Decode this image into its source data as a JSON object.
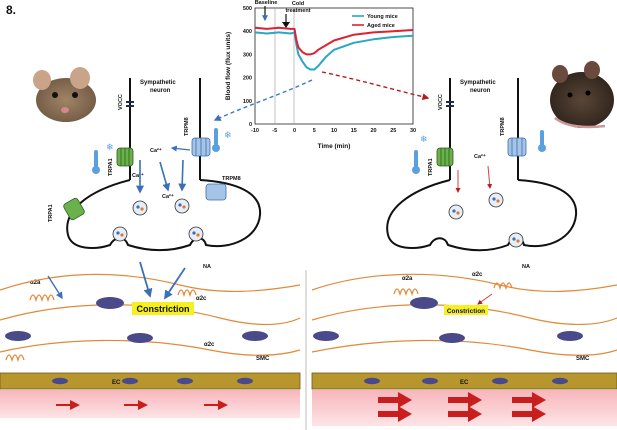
{
  "figure": {
    "panel_label": "8."
  },
  "chart": {
    "ylabel": "Blood flow (flux units)",
    "xlabel": "Time (min)",
    "yticks": [
      "0",
      "100",
      "200",
      "300",
      "400",
      "500"
    ],
    "xticks": [
      "-10",
      "-5",
      "0",
      "5",
      "10",
      "15",
      "20",
      "25",
      "30"
    ],
    "annotations": {
      "baseline": "Baseline",
      "cold_line1": "Cold",
      "cold_line2": "treatment"
    },
    "legend": {
      "young": "Young mice",
      "aged": "Aged mice"
    },
    "colors": {
      "young": "#2aa7c4",
      "aged": "#e02030"
    }
  },
  "chart_data": {
    "type": "line",
    "xlabel": "Time (min)",
    "ylabel": "Blood flow (flux units)",
    "xlim": [
      -10,
      30
    ],
    "ylim": [
      0,
      500
    ],
    "series": [
      {
        "name": "Young mice",
        "x": [
          -10,
          -7,
          -4,
          -1,
          0,
          0.5,
          1,
          2,
          3,
          4,
          5,
          6,
          8,
          10,
          15,
          20,
          25,
          30
        ],
        "y": [
          395,
          390,
          395,
          390,
          395,
          340,
          300,
          270,
          245,
          235,
          235,
          250,
          290,
          320,
          350,
          365,
          375,
          380
        ]
      },
      {
        "name": "Aged mice",
        "x": [
          -10,
          -7,
          -4,
          -1,
          0,
          0.5,
          1,
          2,
          3,
          4,
          5,
          6,
          8,
          10,
          15,
          20,
          25,
          30
        ],
        "y": [
          415,
          410,
          415,
          410,
          410,
          360,
          330,
          310,
          300,
          300,
          305,
          320,
          340,
          360,
          385,
          395,
          400,
          405
        ]
      }
    ]
  },
  "left": {
    "neuron_label_line1": "Sympathetic",
    "neuron_label_line2": "neuron",
    "vocc": "VOCC",
    "trpa1": "TRPA1",
    "trpa1_b": "TRPA1",
    "trpm8": "TRPM8",
    "trpm8_b": "TRPM8",
    "ca": "Ca²⁺",
    "ca_b": "Ca²⁺",
    "ca_c": "Ca²⁺",
    "na": "NA",
    "a2a": "α2a",
    "a2c": "α2c",
    "a2c_b": "α2c",
    "constriction": "Constriction",
    "smc": "SMC",
    "ec": "EC"
  },
  "right": {
    "neuron_label_line1": "Sympathetic",
    "neuron_label_line2": "neuron",
    "vocc": "VOCC",
    "trpa1": "TRPA1",
    "trpm8": "TRPM8",
    "ca": "Ca²⁺",
    "na": "NA",
    "a2a": "α2a",
    "a2c": "α2c",
    "constriction": "Constriction",
    "smc": "SMC",
    "ec": "EC"
  }
}
